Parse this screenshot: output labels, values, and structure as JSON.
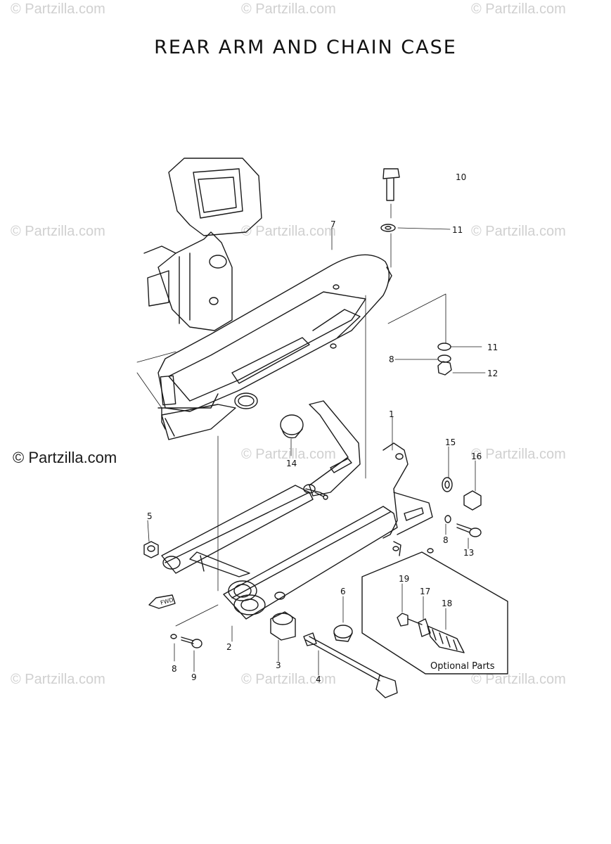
{
  "title": "REAR ARM  AND  CHAIN CASE",
  "watermark": "© Partzilla.com",
  "watermark_strong": "© Partzilla.com",
  "optional_parts_label": "Optional Parts",
  "fwd_label": "FWD",
  "callouts": {
    "p1": "1",
    "p2": "2",
    "p3": "3",
    "p4": "4",
    "p5": "5",
    "p6": "6",
    "p7": "7",
    "p8a": "8",
    "p8b": "8",
    "p8c": "8",
    "p9": "9",
    "p10": "10",
    "p11a": "11",
    "p11b": "11",
    "p12": "12",
    "p13": "13",
    "p14": "14",
    "p15": "15",
    "p16": "16",
    "p17": "17",
    "p18": "18",
    "p19": "19"
  }
}
